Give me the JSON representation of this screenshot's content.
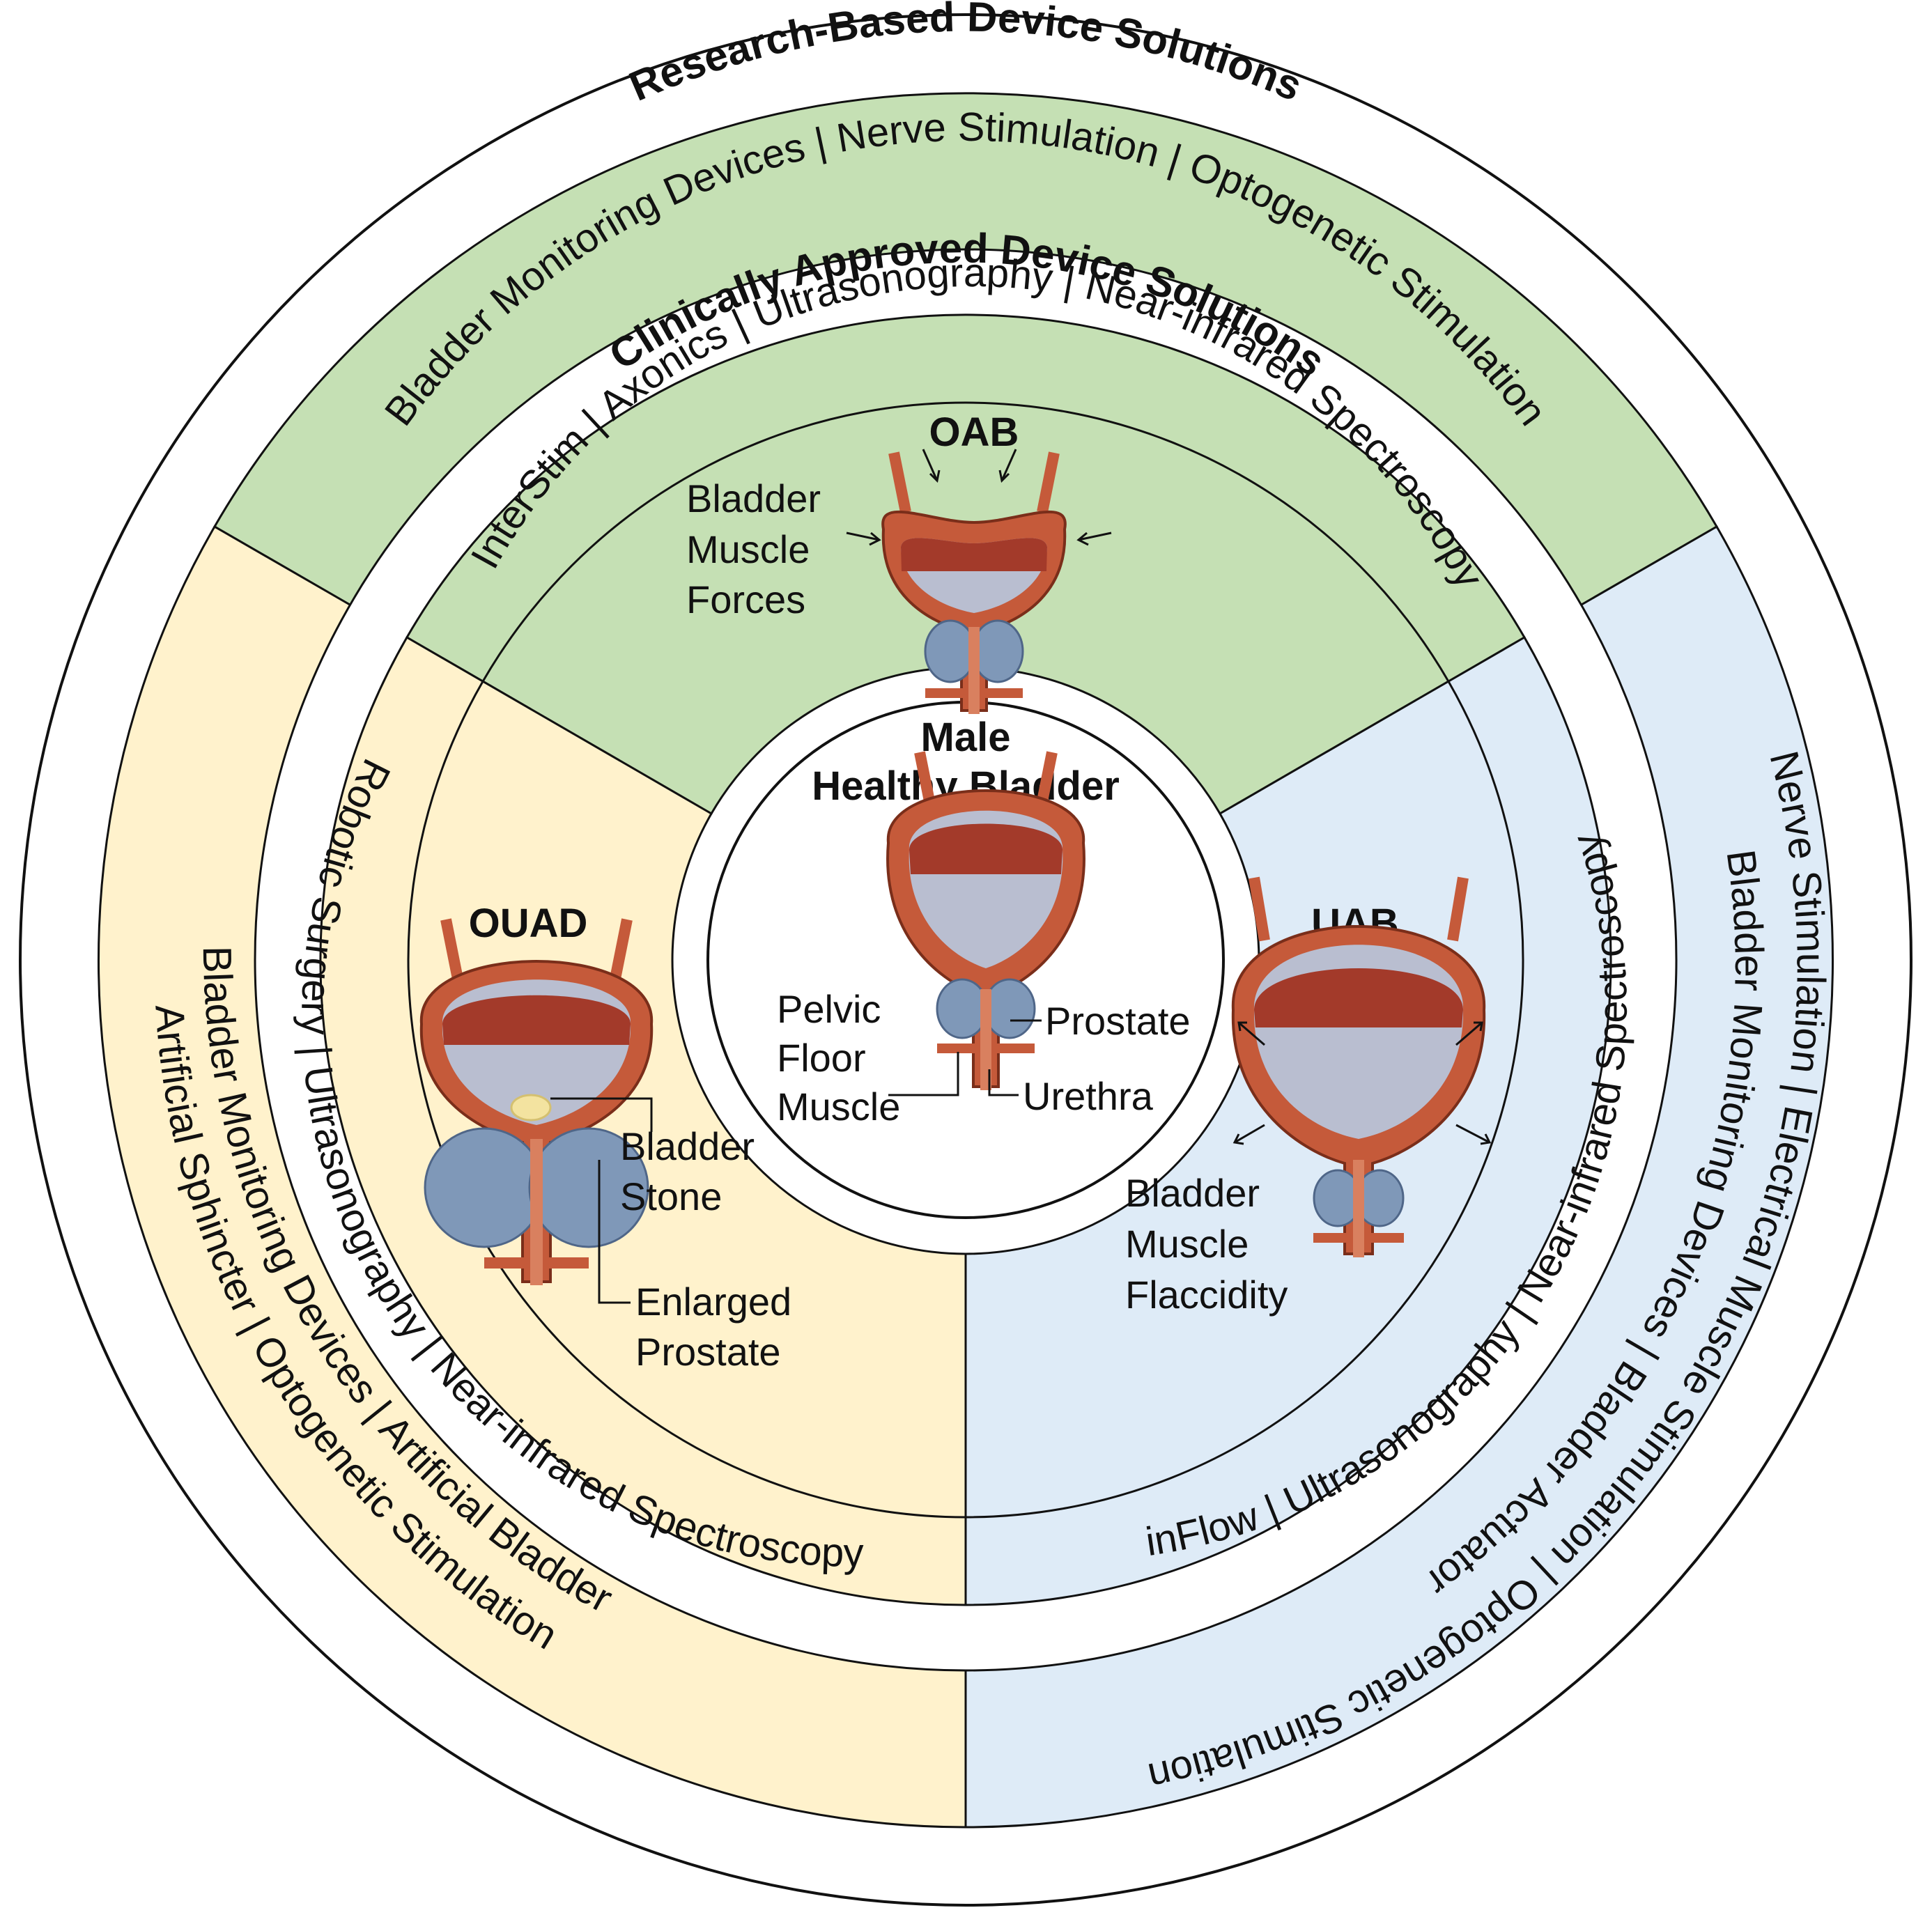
{
  "outer_ring": {
    "title": "Research-Based Device Solutions",
    "oab": "Bladder Monitoring Devices | Nerve Stimulation | Optogenetic Stimulation",
    "ouad_line1": "Bladder Monitoring Devices | Artificial Bladder",
    "ouad_line2": "Artificial Sphincter | Optogenetic Stimulation",
    "uab_line1": "Bladder Monitoring Devices | Bladder Actuator",
    "uab_line2": "Nerve Stimulation | Electrical Muscle Stimulation | Optogenetic Stimulation"
  },
  "inner_ring": {
    "title": "Clinically Approved Device Solutions",
    "oab": "InterStim | Axonics | Ultrasonography | Near-infrared Spectroscopy",
    "ouad": "Robotic Surgery | Ultrasonography | Near-infrared Spectroscopy",
    "uab": "inFlow | Ultrasonography | Near-infrared Spectroscopy"
  },
  "center": {
    "title_line1": "Male",
    "title_line2": "Healthy Bladder",
    "pelvic_1": "Pelvic",
    "pelvic_2": "Floor",
    "pelvic_3": "Muscle",
    "prostate": "Prostate",
    "urethra": "Urethra"
  },
  "oab": {
    "name": "OAB",
    "label_1": "Bladder",
    "label_2": "Muscle",
    "label_3": "Forces"
  },
  "ouad": {
    "name": "OUAD",
    "stone_1": "Bladder",
    "stone_2": "Stone",
    "prostate_1": "Enlarged",
    "prostate_2": "Prostate"
  },
  "uab": {
    "name": "UAB",
    "label_1": "Bladder",
    "label_2": "Muscle",
    "label_3": "Flaccidity"
  },
  "colors": {
    "oab": "#c5e0b4",
    "ouad": "#fff2cc",
    "uab": "#deebf7",
    "muscle": "#c55a3a",
    "lumen": "#b9bed0",
    "prostate": "#7f98b8"
  }
}
